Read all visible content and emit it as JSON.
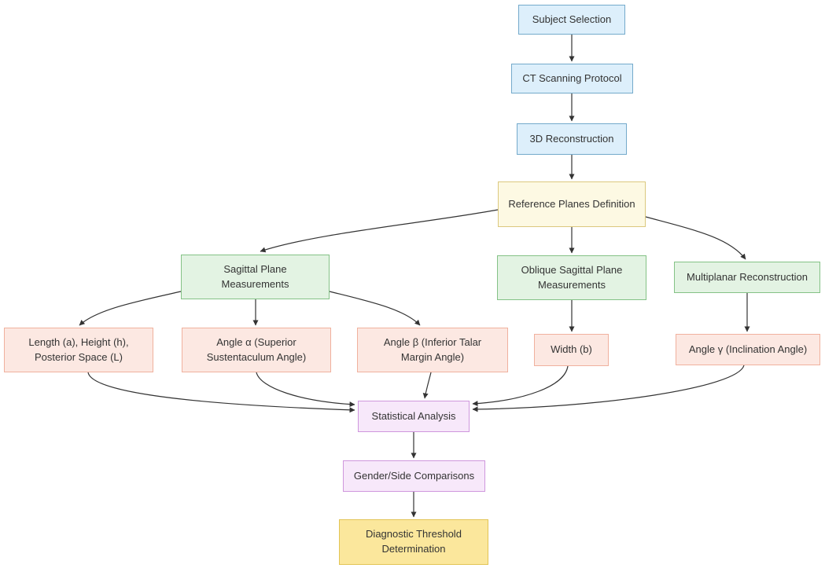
{
  "diagram": {
    "type": "flowchart",
    "nodes": {
      "subject_selection": {
        "label": "Subject Selection"
      },
      "ct_scanning": {
        "label": "CT Scanning Protocol"
      },
      "reconstruction_3d": {
        "label": "3D Reconstruction"
      },
      "reference_planes": {
        "label": "Reference Planes Definition"
      },
      "sagittal_plane": {
        "label": "Sagittal Plane Measurements"
      },
      "oblique_sagittal": {
        "label": "Oblique Sagittal Plane Measurements"
      },
      "multiplanar": {
        "label": "Multiplanar Reconstruction"
      },
      "length_height": {
        "label": "Length (a), Height (h), Posterior Space (L)"
      },
      "angle_alpha": {
        "label": "Angle α (Superior Sustentaculum Angle)"
      },
      "angle_beta": {
        "label": "Angle β (Inferior Talar Margin Angle)"
      },
      "width_b": {
        "label": "Width (b)"
      },
      "angle_gamma": {
        "label": "Angle γ (Inclination Angle)"
      },
      "statistical_analysis": {
        "label": "Statistical Analysis"
      },
      "gender_side": {
        "label": "Gender/Side Comparisons"
      },
      "diagnostic_threshold": {
        "label": "Diagnostic Threshold Determination"
      }
    },
    "edges": [
      {
        "from": "subject_selection",
        "to": "ct_scanning"
      },
      {
        "from": "ct_scanning",
        "to": "reconstruction_3d"
      },
      {
        "from": "reconstruction_3d",
        "to": "reference_planes"
      },
      {
        "from": "reference_planes",
        "to": "sagittal_plane"
      },
      {
        "from": "reference_planes",
        "to": "oblique_sagittal"
      },
      {
        "from": "reference_planes",
        "to": "multiplanar"
      },
      {
        "from": "sagittal_plane",
        "to": "length_height"
      },
      {
        "from": "sagittal_plane",
        "to": "angle_alpha"
      },
      {
        "from": "sagittal_plane",
        "to": "angle_beta"
      },
      {
        "from": "oblique_sagittal",
        "to": "width_b"
      },
      {
        "from": "multiplanar",
        "to": "angle_gamma"
      },
      {
        "from": "length_height",
        "to": "statistical_analysis"
      },
      {
        "from": "angle_alpha",
        "to": "statistical_analysis"
      },
      {
        "from": "angle_beta",
        "to": "statistical_analysis"
      },
      {
        "from": "width_b",
        "to": "statistical_analysis"
      },
      {
        "from": "angle_gamma",
        "to": "statistical_analysis"
      },
      {
        "from": "statistical_analysis",
        "to": "gender_side"
      },
      {
        "from": "gender_side",
        "to": "diagnostic_threshold"
      }
    ]
  },
  "colors": {
    "background": "#ffffff",
    "text": "#333333",
    "edge": "#333333",
    "node_blue_fill": "#ddeffb",
    "node_blue_border": "#74aacb",
    "node_yellow_fill": "#fdf9e3",
    "node_yellow_border": "#dbc87e",
    "node_green_fill": "#e3f3e3",
    "node_green_border": "#84c286",
    "node_pink_fill": "#fce8e2",
    "node_pink_border": "#f0b19e",
    "node_purple_fill": "#f7e8fa",
    "node_purple_border": "#cf97dd",
    "node_gold_fill": "#fbe79c",
    "node_gold_border": "#e2c455"
  }
}
